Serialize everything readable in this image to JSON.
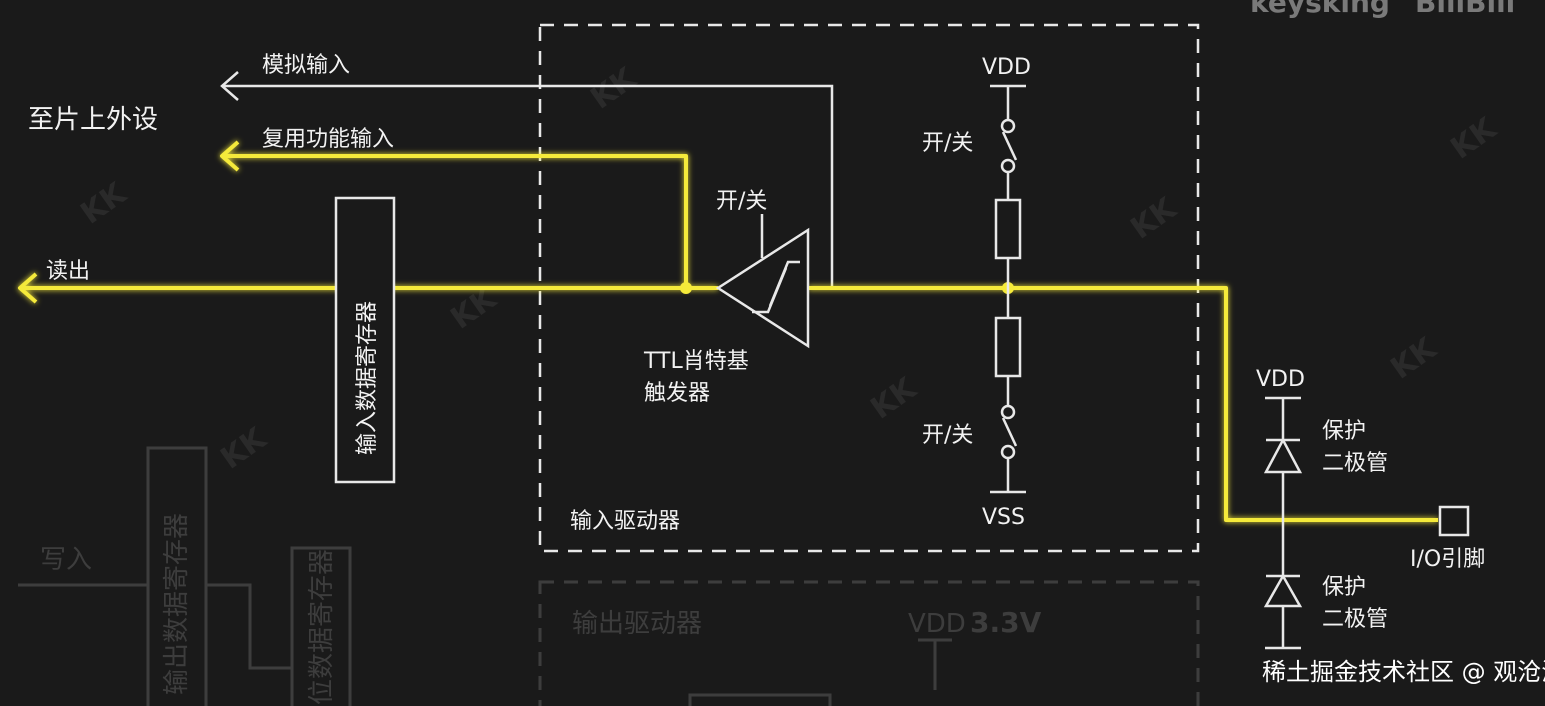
{
  "labels": {
    "peripheral": "至片上外设",
    "analog_input": "模拟输入",
    "alt_func_input": "复用功能输入",
    "read_out": "读出",
    "input_data_register": "输入数据寄存器",
    "schmitt_switch": "开/关",
    "schmitt_line1": "TTL肖特基",
    "schmitt_line2": "触发器",
    "input_driver": "输入驱动器",
    "vdd_top": "VDD",
    "switch_top": "开/关",
    "switch_bottom": "开/关",
    "vss": "VSS",
    "protect_vdd": "VDD",
    "diode_top_line1": "保护",
    "diode_top_line2": "二极管",
    "diode_bottom_line1": "保护",
    "diode_bottom_line2": "二极管",
    "io_pin": "I/O引脚"
  },
  "faded": {
    "write_in": "写入",
    "output_data_register": "输出数据寄存器",
    "bit_register": "位数据寄存器",
    "output_driver": "输出驱动器",
    "vdd": "VDD",
    "voltage": "3.3V"
  },
  "branding": {
    "channel": "keysking",
    "platform": "BiliBili",
    "watermark": "KK",
    "credit": "稀土掘金技术社区 @ 观沧海"
  },
  "colors": {
    "background": "#1a1a1a",
    "signal": "#f5ea3a",
    "wire": "#e8e8e8",
    "faded": "#3d3d3d"
  }
}
